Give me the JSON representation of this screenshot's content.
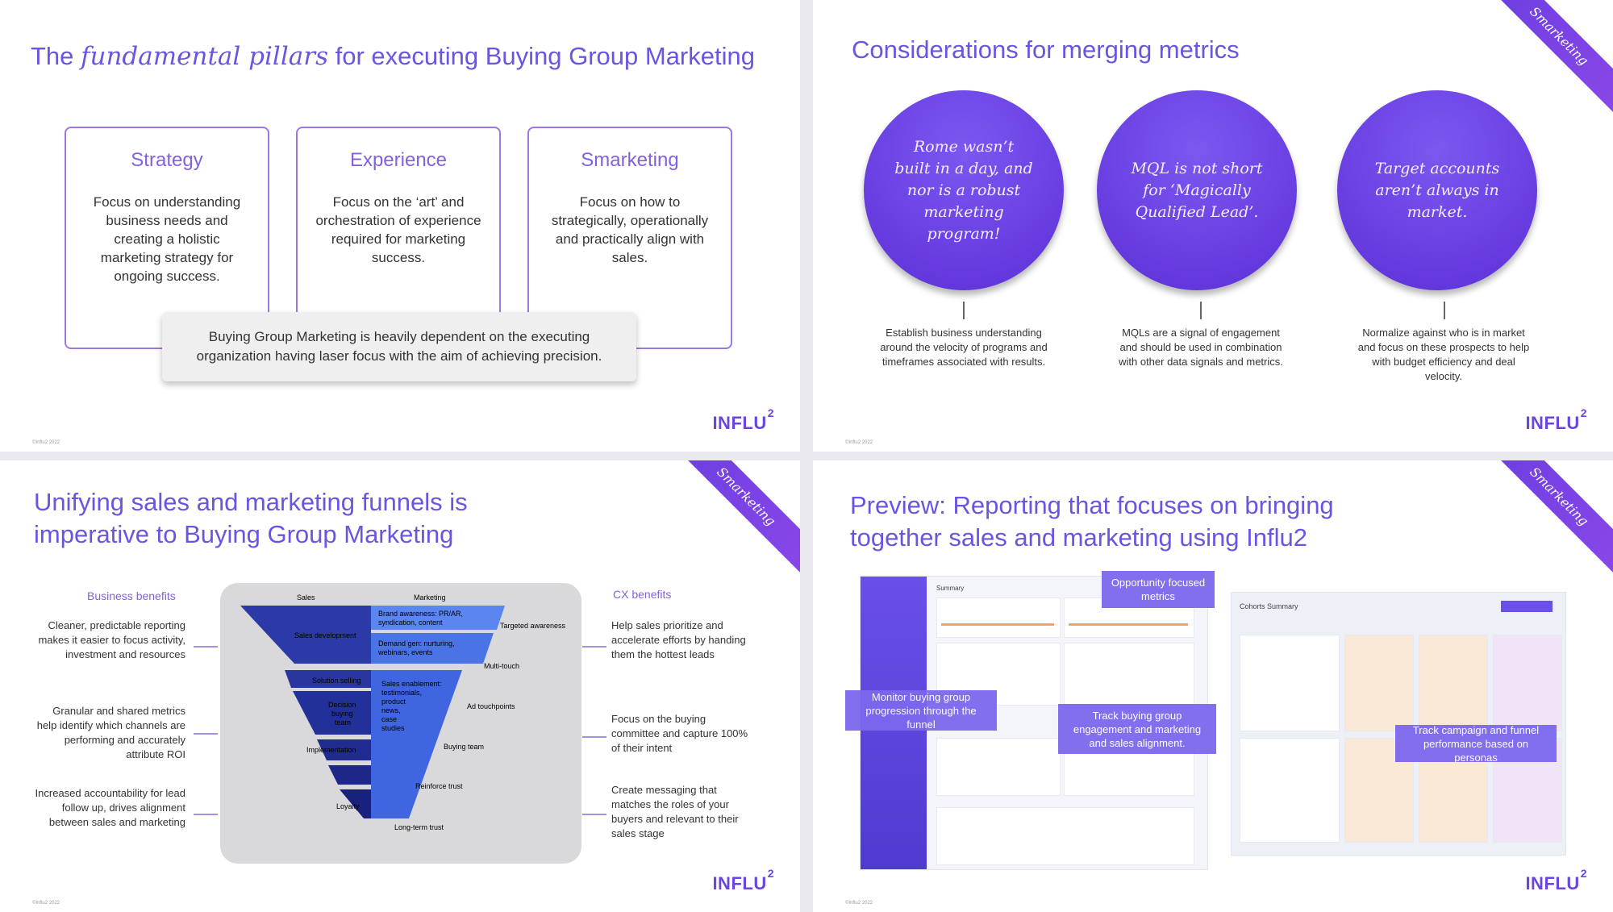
{
  "colors": {
    "accent": "#6b55e0",
    "purple": "#6a3fe2",
    "lavender": "#9a78df",
    "tip": "#7c68ee"
  },
  "logo_text": "INFLU",
  "logo_sup": "2",
  "copyright": "©Influ2 2022",
  "slide1": {
    "title_part1": "The ",
    "title_script": "fundamental pillars",
    "title_part2": " for executing Buying Group Marketing",
    "pillars": [
      {
        "heading": "Strategy",
        "text": "Focus on understanding business needs and creating a holistic marketing strategy for ongoing success."
      },
      {
        "heading": "Experience",
        "text": "Focus on the ‘art’ and orchestration of experience required for marketing success."
      },
      {
        "heading": "Smarketing",
        "text": "Focus on how to strategically, operationally and practically align with sales."
      }
    ],
    "callout": "Buying Group Marketing is heavily dependent on the executing organization having laser focus with the aim of achieving precision."
  },
  "slide2": {
    "title": "Considerations for merging metrics",
    "ribbon": "Smarketing",
    "circles": [
      {
        "quote": "Rome wasn’t built in a day, and nor is a robust marketing program!",
        "desc": "Establish business understanding around the velocity of programs and timeframes associated with results."
      },
      {
        "quote": "MQL is not short for ‘Magically Qualified Lead’.",
        "desc": "MQLs are a signal of engagement and should be used in combination with other data signals and metrics."
      },
      {
        "quote": "Target accounts aren’t always in market.",
        "desc": "Normalize against who is in market and focus on these prospects to help with budget efficiency and deal velocity."
      }
    ]
  },
  "slide3": {
    "title_line1": "Unifying sales and marketing funnels is",
    "title_line2": "imperative to Buying Group Marketing",
    "ribbon": "Smarketing",
    "business_head": "Business benefits",
    "cx_head": "CX benefits",
    "business": [
      "Cleaner, predictable reporting makes it easier to focus activity, investment and resources",
      "Granular and shared metrics help identify which channels are performing and accurately attribute ROI",
      "Increased accountability for lead follow up, drives alignment between sales and marketing"
    ],
    "cx": [
      "Help sales prioritize and accelerate efforts by handing them the hottest leads",
      "Focus on the buying committee and capture 100% of their intent",
      "Create messaging that matches the roles of your buyers and relevant to their sales stage"
    ],
    "funnel": {
      "col_sales": "Sales",
      "col_marketing": "Marketing",
      "sales_development": "Sales development",
      "solution_selling": "Solution selling",
      "decision": "Decision",
      "buying": "buying",
      "team": "team",
      "implementation": "Implementation",
      "loyalty": "Loyalty",
      "brand1": "Brand awareness: PR/AR,",
      "brand2": "syndication, content",
      "demand1": "Demand gen: nurturing,",
      "demand2": "webinars, events",
      "sa1": "Sales enablement:",
      "sa2": "testimonials,",
      "sa3": "product",
      "sa4": "news,",
      "sa5": "case",
      "sa6": "studies",
      "targeted": "Targeted awareness",
      "multi": "Multi-touch",
      "ad": "Ad touchpoints",
      "buying_team": "Buying team",
      "reinforce": "Reinforce trust",
      "longterm": "Long-term trust"
    }
  },
  "slide4": {
    "title_line1": "Preview: Reporting that focuses on bringing",
    "title_line2": "together sales and marketing using Influ2",
    "ribbon": "Smarketing",
    "tips": [
      "Opportunity focused metrics",
      "Monitor buying group progression through the funnel",
      "Track buying group engagement and marketing and sales alignment.",
      "Track campaign and funnel performance based on personas"
    ],
    "shot_left_header": "Summary",
    "shot_right_header": "Cohorts Summary"
  }
}
